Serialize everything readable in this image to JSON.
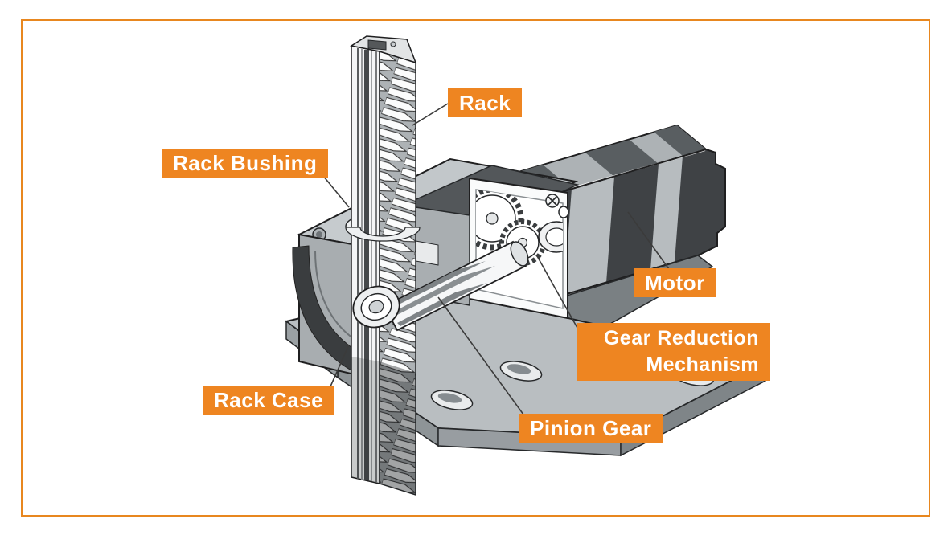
{
  "frame": {
    "background": "#FFFFFF",
    "border_color": "#E8871F"
  },
  "diagram": {
    "accent_color": "#EE8521",
    "label_text_color": "#FFFFFF",
    "outline_color": "#1F1F20",
    "labels": {
      "rack": {
        "text": "Rack"
      },
      "rack_bushing": {
        "text": "Rack Bushing"
      },
      "motor": {
        "text": "Motor"
      },
      "gear_reduction_mechanism": {
        "lines": [
          "Gear Reduction",
          "Mechanism"
        ]
      },
      "rack_case": {
        "text": "Rack Case"
      },
      "pinion_gear": {
        "text": "Pinion Gear"
      }
    }
  }
}
